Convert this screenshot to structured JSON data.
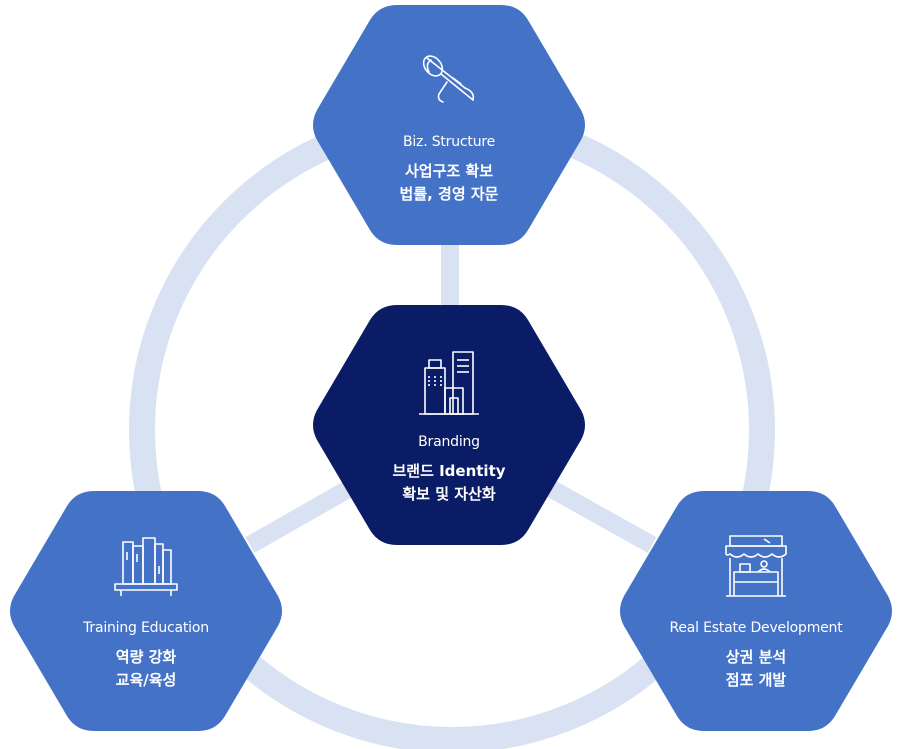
{
  "colors": {
    "outer_hex": "#4472c7",
    "center_hex": "#0a1c65",
    "ring": "#d9e2f3",
    "icon_stroke": "#ffffff"
  },
  "nodes": {
    "top": {
      "icon": "megaphone-icon",
      "english": "Biz. Structure",
      "korean_line1": "사업구조 확보",
      "korean_line2": "법률, 경영 자문"
    },
    "center": {
      "icon": "buildings-icon",
      "english": "Branding",
      "korean_line1": "브랜드 Identity",
      "korean_line2": "확보 및 자산화"
    },
    "left": {
      "icon": "books-icon",
      "english": "Training Education",
      "korean_line1": "역량 강화",
      "korean_line2": "교육/육성"
    },
    "right": {
      "icon": "storefront-icon",
      "english": "Real Estate Development",
      "korean_line1": "상권 분석",
      "korean_line2": "점포 개발"
    }
  }
}
